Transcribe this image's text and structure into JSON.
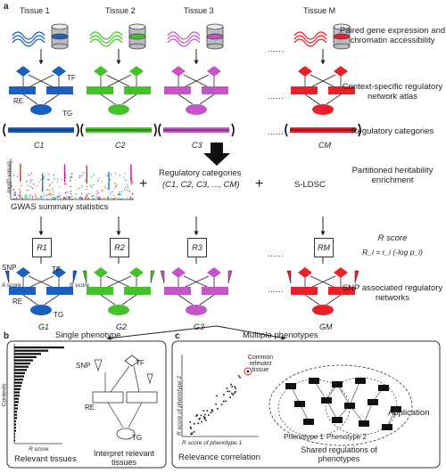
{
  "panel_labels": {
    "a": "a",
    "b": "b",
    "c": "c"
  },
  "tissues": [
    "Tissue 1",
    "Tissue 2",
    "Tissue 3",
    "Tissue M"
  ],
  "ellipsis": "……",
  "right_labels": {
    "paired": "Paired gene expression and chromatin accessibility",
    "network": "Context-specific regulatory network atlas",
    "categories": "Regulatory categories",
    "heritability": "Partitioned heritability enrichment",
    "rscore": "R score",
    "rformula": "R_i = r_i (-log p_i)",
    "snpnet": "SNP associated regulatory networks"
  },
  "node_labels": {
    "tf": "TF",
    "re": "RE",
    "tg": "TG",
    "snp": "SNP",
    "a_score": "A score",
    "b_score": "B score"
  },
  "category_labels": [
    "C1",
    "C2",
    "C3",
    "CM"
  ],
  "gwas": {
    "ylabel": "-log(P-value)",
    "caption": "GWAS summary statistics"
  },
  "plus": "+",
  "middle": {
    "title": "Regulatory categories",
    "list": "(C1, C2, C3, ..., CM)",
    "sldsc": "S-LDSC"
  },
  "r_boxes": [
    "R1",
    "R2",
    "R3",
    "RM"
  ],
  "g_labels": [
    "G1",
    "G2",
    "G3",
    "GM"
  ],
  "single": {
    "title": "Single phenotype",
    "ylabel": "Contexts",
    "xlabel": "R score",
    "caption1": "Relevant tissues",
    "caption2": "Interpret relevant tissues",
    "snp": "SNP",
    "tf": "TF",
    "re": "RE",
    "tg": "TG"
  },
  "multiple": {
    "title": "Multiple phenotypes",
    "xlabel": "R score of phenotype 1",
    "ylabel": "R score of phenotype 2",
    "annot": "Common relevant tissue",
    "caption1": "Relevance correlation",
    "caption2": "Shared regulations of phenotypes",
    "pheno1": "Phenotype 1",
    "pheno2": "Phenotype 2",
    "application": "Application"
  },
  "colors": {
    "tissue1": "#1b5fbf",
    "tissue2": "#45c12a",
    "tissue3": "#c355c9",
    "tissueM": "#e8202a"
  }
}
